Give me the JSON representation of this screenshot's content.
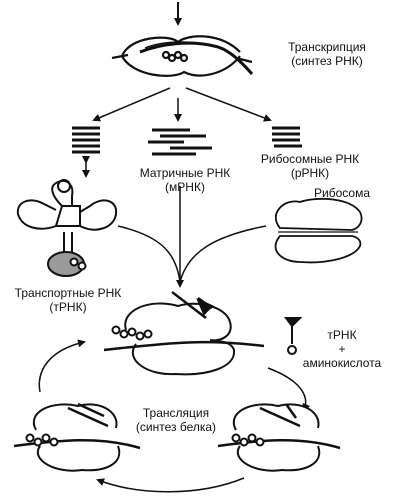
{
  "labels": {
    "transcription_line1": "Транскрипция",
    "transcription_line2": "(синтез РНК)",
    "mrna_line1": "Матричные РНК",
    "mrna_line2": "(мРНК)",
    "rrna_line1": "Рибосомные РНК",
    "rrna_line2": "(рРНК)",
    "ribosome": "Рибосома",
    "trna_line1": "Транспортные РНК",
    "trna_line2": "(тРНК)",
    "trna_short": "тРНК",
    "plus": "+",
    "aminoacid": "аминокислота",
    "translation_line1": "Трансляция",
    "translation_line2": "(синтез белка)"
  },
  "colors": {
    "ink": "#111111",
    "shade": "#9a9a9a",
    "background": "#ffffff"
  }
}
